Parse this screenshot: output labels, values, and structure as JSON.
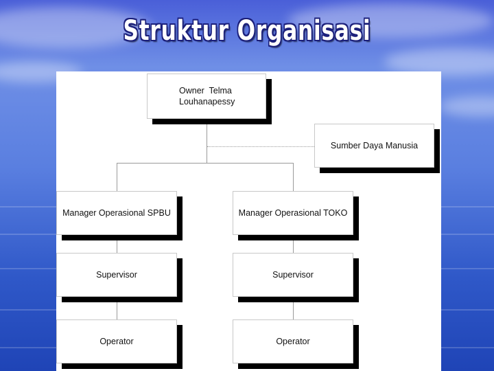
{
  "slide": {
    "title": "Struktur Organisasi"
  },
  "org_chart": {
    "owner": {
      "line1": "Owner  Telma",
      "line2": "Louhanapessy"
    },
    "hr": "Sumber Daya Manusia",
    "branches": [
      {
        "manager": "Manager Operasional SPBU",
        "supervisor": "Supervisor",
        "operator": "Operator"
      },
      {
        "manager": "Manager Operasional TOKO",
        "supervisor": "Supervisor",
        "operator": "Operator"
      }
    ]
  },
  "colors": {
    "connector": "#9a9a9a",
    "box_shadow": "#000000",
    "title_outline": "#1b1f7a"
  }
}
